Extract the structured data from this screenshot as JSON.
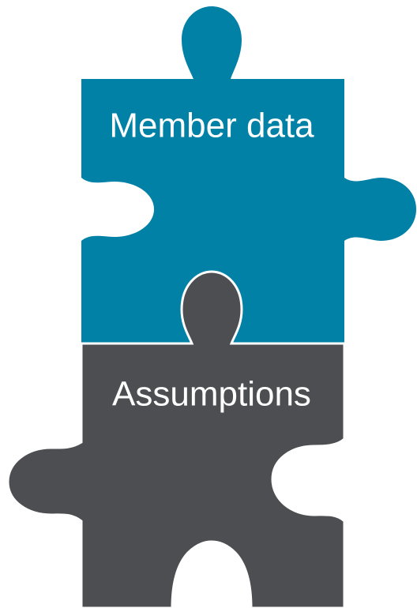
{
  "pieces": [
    {
      "id": "top",
      "label": "Member data",
      "color": "#0281a6"
    },
    {
      "id": "bottom",
      "label": "Assumptions",
      "color": "#4d4e51"
    }
  ],
  "separator_color": "#ffffff"
}
